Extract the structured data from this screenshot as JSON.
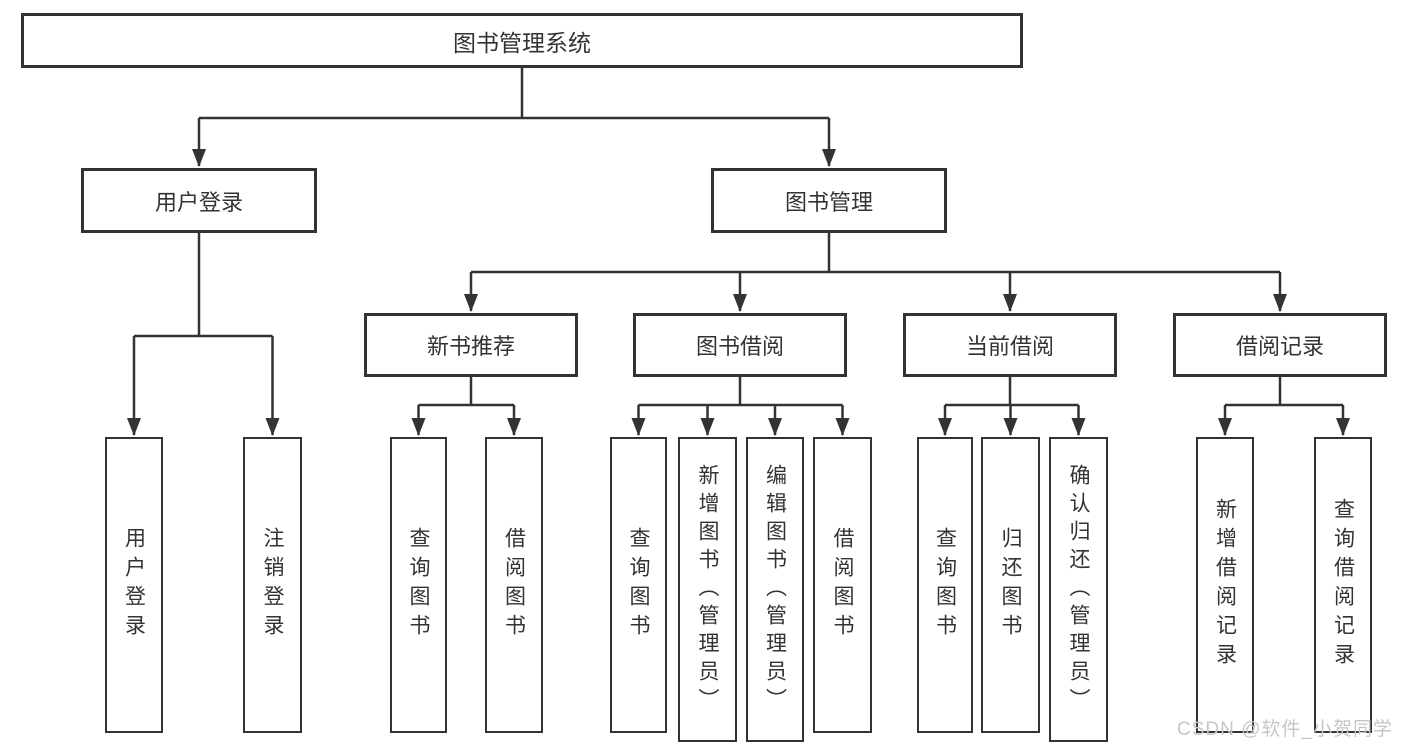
{
  "title": "图书管理系统",
  "watermark": "CSDN @软件_小贺同学",
  "colors": {
    "line": "#333333",
    "text": "#333333",
    "box_background": "#ffffff",
    "watermark": "#c6c6c6",
    "background": "#ffffff"
  },
  "level2": [
    {
      "label": "用户登录"
    },
    {
      "label": "图书管理"
    }
  ],
  "level3": [
    {
      "label": "新书推荐",
      "parent": "图书管理"
    },
    {
      "label": "图书借阅",
      "parent": "图书管理"
    },
    {
      "label": "当前借阅",
      "parent": "图书管理"
    },
    {
      "label": "借阅记录",
      "parent": "图书管理"
    }
  ],
  "leaves": [
    {
      "label": "用户登录",
      "parent": "用户登录"
    },
    {
      "label": "注销登录",
      "parent": "用户登录"
    },
    {
      "label": "查询图书",
      "parent": "新书推荐"
    },
    {
      "label": "借阅图书",
      "parent": "新书推荐"
    },
    {
      "label": "查询图书",
      "parent": "图书借阅"
    },
    {
      "label": "新增图书（管理员）",
      "parent": "图书借阅"
    },
    {
      "label": "编辑图书（管理员）",
      "parent": "图书借阅"
    },
    {
      "label": "借阅图书",
      "parent": "图书借阅"
    },
    {
      "label": "查询图书",
      "parent": "当前借阅"
    },
    {
      "label": "归还图书",
      "parent": "当前借阅"
    },
    {
      "label": "确认归还（管理员）",
      "parent": "当前借阅"
    },
    {
      "label": "新增借阅记录",
      "parent": "借阅记录"
    },
    {
      "label": "查询借阅记录",
      "parent": "借阅记录"
    }
  ]
}
